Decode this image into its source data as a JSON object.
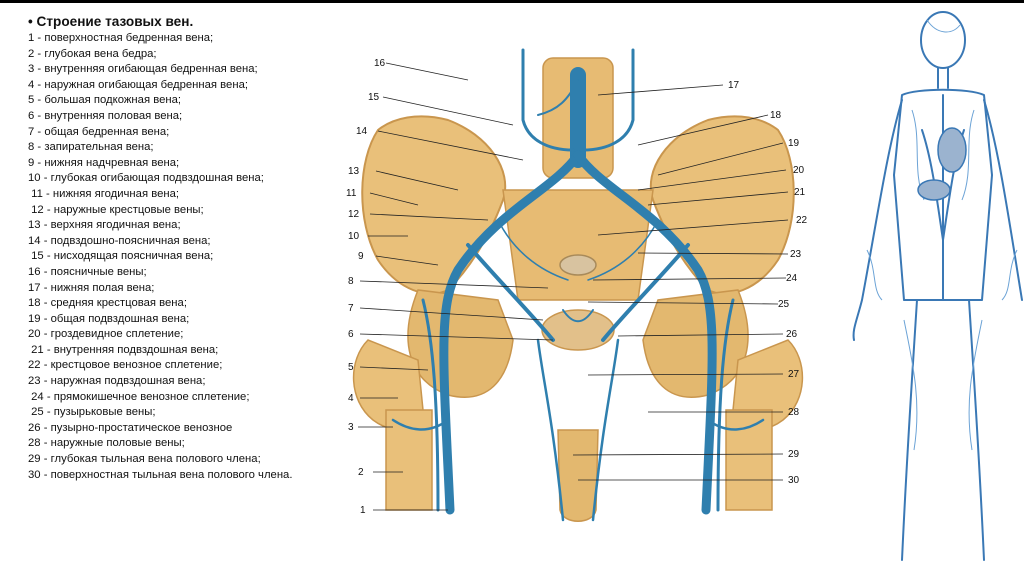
{
  "caption": {
    "bullet": "•",
    "title": "Строение тазовых вен.",
    "items": [
      "1 - поверхностная бедренная вена;",
      "2 - глубокая вена бедра;",
      "3 - внутренняя огибающая бедренная вена;",
      "4 - наружная огибающая бедренная вена;",
      "5 - большая подкожная вена;",
      "6 - внутренняя половая вена;",
      "7 - общая бедренная вена;",
      "8 - запирательная вена;",
      "9 - нижняя надчревная вена;",
      "10 - глубокая огибающая подвздошная вена;",
      " 11 - нижняя ягодичная вена;",
      " 12 - наружные крестцовые вены;",
      "13 - верхняя ягодичная вена;",
      "14 - подвздошно-поясничная вена;",
      " 15 - нисходящая поясничная вена;",
      "16 - поясничные вены;",
      "17 - нижняя полая вена;",
      "18 - средняя крестцовая вена;",
      "19 - общая подвздошная вена;",
      "20 - гроздевидное сплетение;",
      " 21 - внутренняя подвздошная вена;",
      "22 - крестцовое венозное сплетение;",
      "23 - наружная подвздошная вена;",
      " 24 - прямокишечное венозное сплетение;",
      " 25 - пузырьковые вены;",
      "26 - пузырно-простатическое венозное",
      "28 - наружные половые вены;",
      "29 - глубокая тыльная вена полового члена;",
      "30 - поверхностная тыльная вена полового члена."
    ]
  },
  "figure": {
    "left_numbers": [
      "16",
      "15",
      "14",
      "13",
      "11",
      "12",
      "10",
      "9",
      "8",
      "7",
      "6",
      "5",
      "4",
      "3",
      "2",
      "1"
    ],
    "right_numbers": [
      "17",
      "18",
      "19",
      "20",
      "21",
      "22",
      "23",
      "24",
      "25",
      "26",
      "27",
      "28",
      "29",
      "30"
    ]
  },
  "colors": {
    "vein": "#2f7fae",
    "bone": "#e9c07a",
    "bone_shadow": "#c9964e",
    "accent_body": "#3a78b5"
  }
}
